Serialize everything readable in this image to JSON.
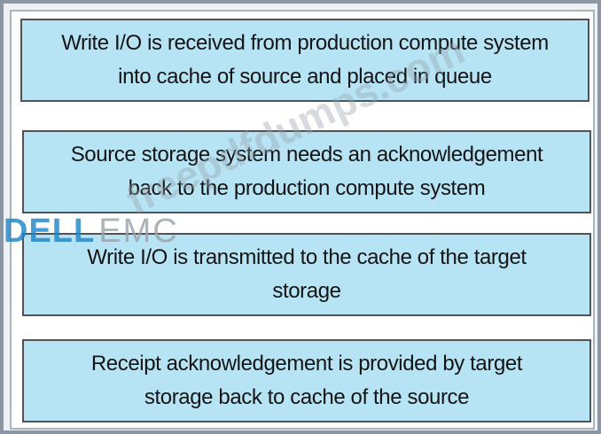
{
  "steps": [
    {
      "line1": "Write I/O is received from production compute system",
      "line2": "into cache of source and placed in queue"
    },
    {
      "line1": "Source storage system needs an acknowledgement",
      "line2": "back to the production compute system"
    },
    {
      "line1": "Write I/O is transmitted to the cache of the target",
      "line2": "storage"
    },
    {
      "line1": "Receipt acknowledgement is provided by target",
      "line2": "storage back to cache of the source"
    }
  ],
  "brand": {
    "dell": "DELL",
    "emc": "EMC"
  },
  "watermark": "freepdfdumps.com",
  "colors": {
    "box_fill": "#b7e4f4",
    "box_border": "#4f5358",
    "brand_blue": "#1e86c9"
  }
}
